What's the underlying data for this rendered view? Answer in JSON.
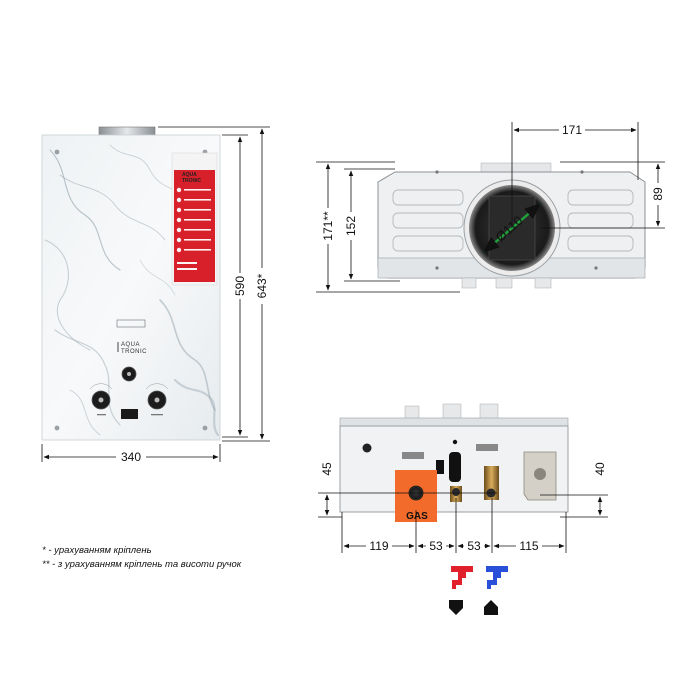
{
  "front_view": {
    "brand_line1": "AQUA",
    "brand_line2": "TRONIC",
    "label_brand_line1": "AQUA",
    "label_brand_line2": "TRONIC",
    "width_dim": "340",
    "height_body_dim": "590",
    "height_total_dim": "643*"
  },
  "top_view": {
    "width_dim": "171",
    "side_dim": "89",
    "depth_dim": "152",
    "depth_total_dim": "171**",
    "flue_dim": "Ø110"
  },
  "bottom_view": {
    "gas_label": "GAS",
    "left_height_dim": "45",
    "right_height_dim": "40",
    "dims": [
      "119",
      "53",
      "53",
      "115"
    ]
  },
  "notes": {
    "single": "* - урахуванням кріплень",
    "double": "** - з урахуванням кріплень та висоти ручок"
  },
  "colors": {
    "hot": "#e0202a",
    "cold": "#2a4fd8",
    "gas": "#f26b2a",
    "label_red": "#d8202a",
    "flue_arrow": "#1fa33a"
  },
  "icons": [
    "hot-water-tap-icon",
    "cold-water-tap-icon",
    "outlet-arrow-icon",
    "inlet-arrow-icon"
  ]
}
